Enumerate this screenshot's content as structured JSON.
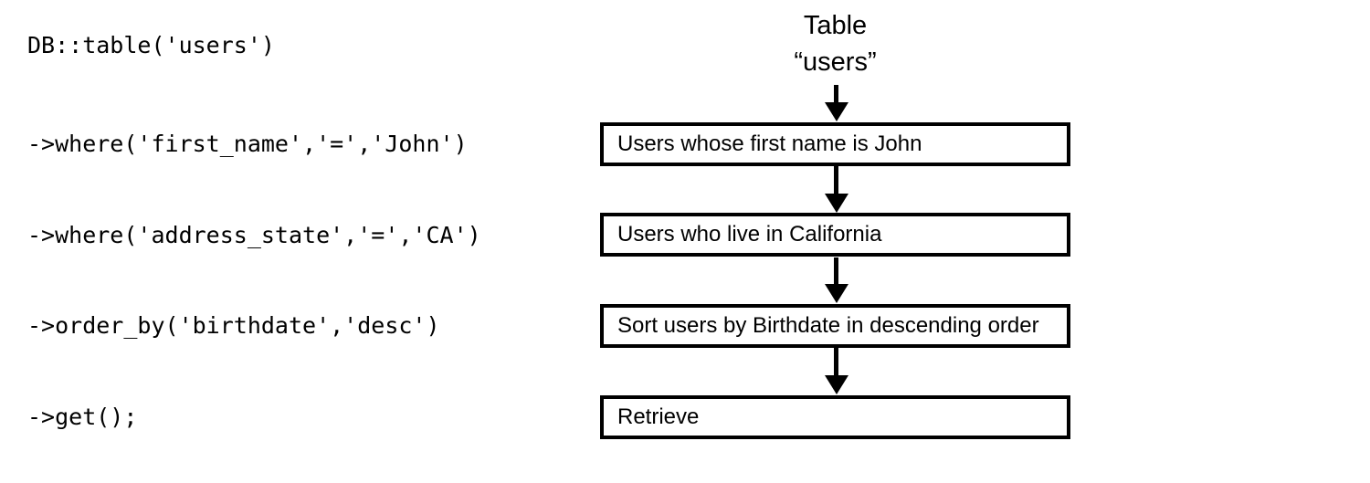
{
  "colors": {
    "foreground": "#000000",
    "background": "#ffffff"
  },
  "code": {
    "lines": [
      "DB::table('users')",
      "->where('first_name','=','John')",
      "->where('address_state','=','CA')",
      "->order_by('birthdate','desc')",
      "->get();"
    ]
  },
  "flowchart": {
    "title": {
      "line1": "Table",
      "line2": "“users”"
    },
    "steps": [
      {
        "label": "Users whose first name is John"
      },
      {
        "label": "Users who live in California"
      },
      {
        "label": "Sort users by Birthdate in descending order"
      },
      {
        "label": "Retrieve"
      }
    ]
  }
}
